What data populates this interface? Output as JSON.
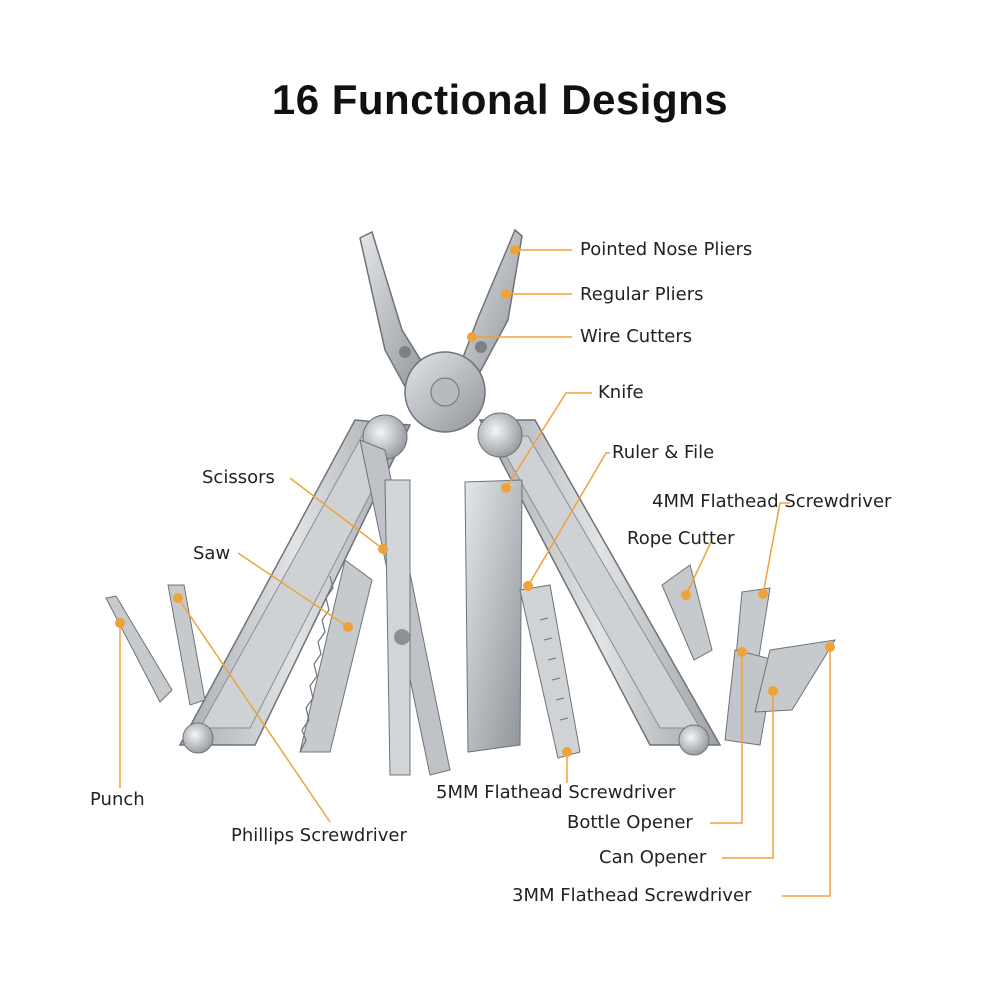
{
  "title": "16 Functional Designs",
  "accent_color": "#f0a23a",
  "labels": {
    "pointed_nose_pliers": "Pointed Nose Pliers",
    "regular_pliers": "Regular Pliers",
    "wire_cutters": "Wire Cutters",
    "knife": "Knife",
    "ruler_file": "Ruler & File",
    "scissors": "Scissors",
    "flathead_4mm": "4MM Flathead Screwdriver",
    "rope_cutter": "Rope Cutter",
    "saw": "Saw",
    "punch": "Punch",
    "flathead_5mm": "5MM Flathead Screwdriver",
    "bottle_opener": "Bottle Opener",
    "phillips": "Phillips Screwdriver",
    "can_opener": "Can Opener",
    "flathead_3mm": "3MM Flathead Screwdriver"
  }
}
